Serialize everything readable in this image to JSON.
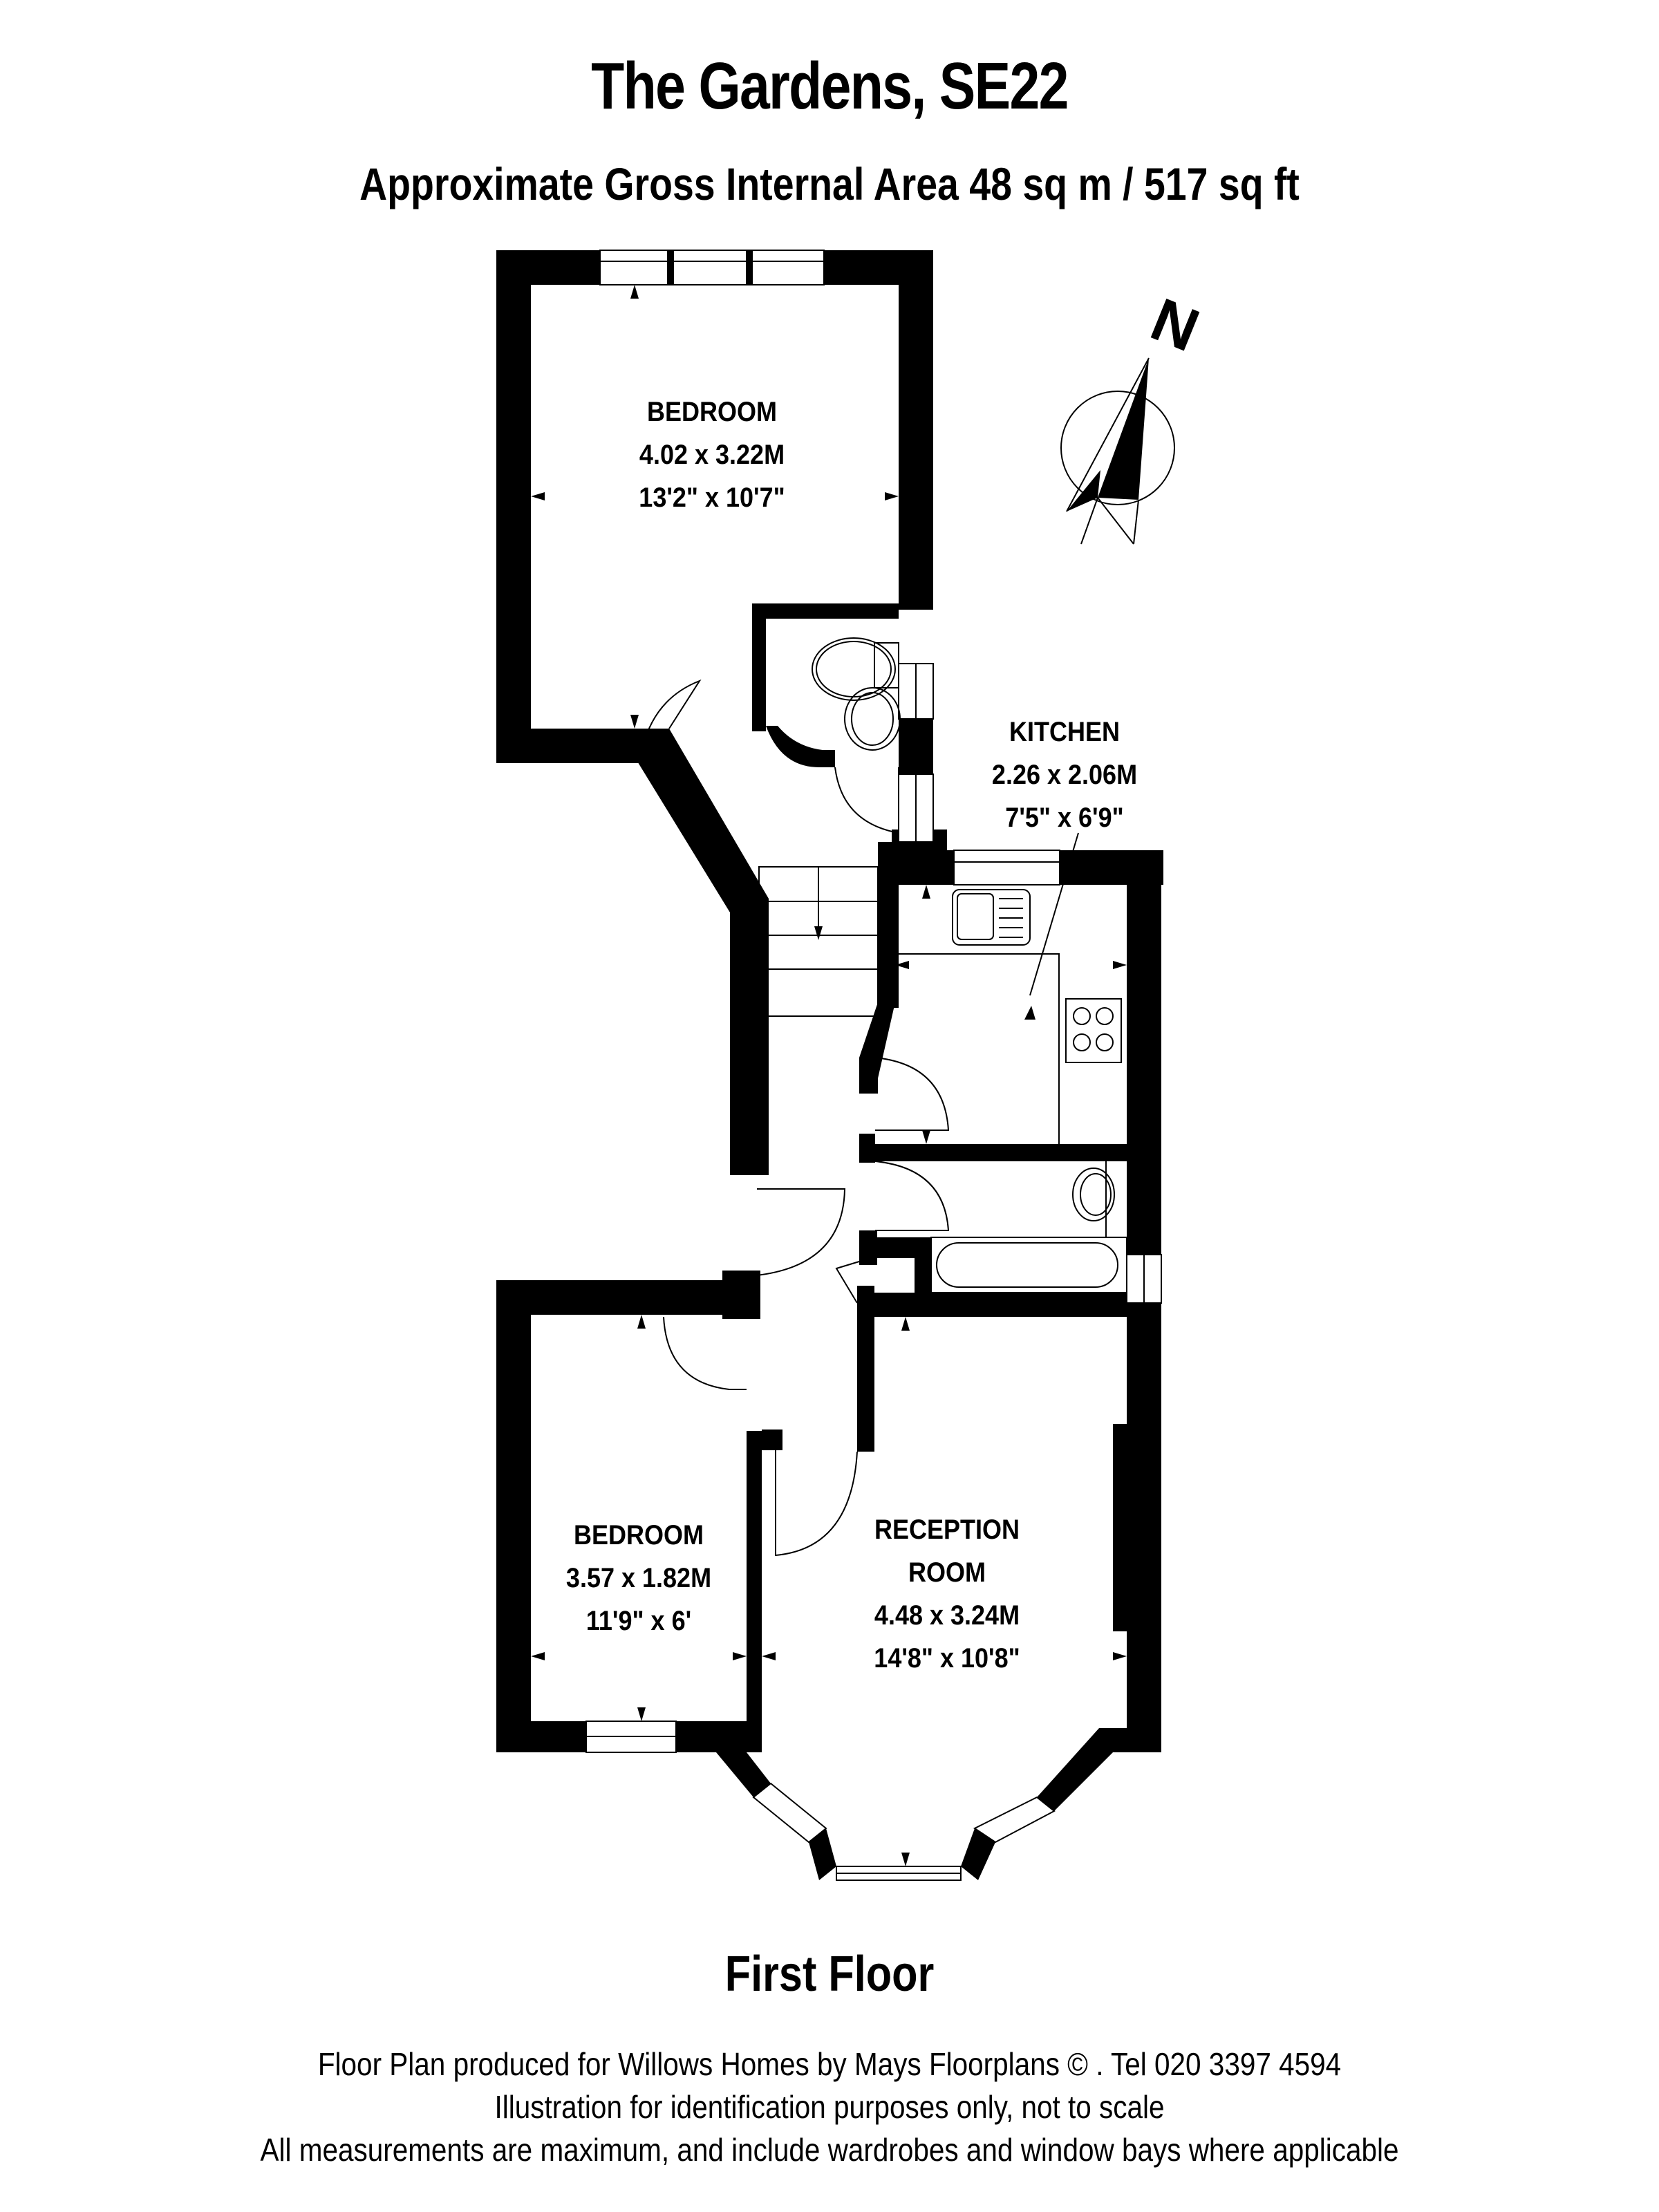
{
  "header": {
    "title": "The Gardens, SE22",
    "area": "Approximate Gross Internal Area 48 sq m  /  517 sq ft"
  },
  "compass": {
    "label": "N"
  },
  "rooms": [
    {
      "name": "BEDROOM",
      "metric": "4.02 x 3.22M",
      "imperial": "13'2\" x 10'7\""
    },
    {
      "name": "KITCHEN",
      "metric": "2.26 x 2.06M",
      "imperial": "7'5\" x 6'9\""
    },
    {
      "name": "BEDROOM",
      "metric": "3.57 x 1.82M",
      "imperial": "11'9\" x 6'"
    },
    {
      "name_line1": "RECEPTION",
      "name_line2": "ROOM",
      "metric": "4.48 x 3.24M",
      "imperial": "14'8\" x 10'8\""
    }
  ],
  "floor": {
    "label": "First Floor"
  },
  "footer": {
    "line1": "Floor Plan produced for Willows Homes by Mays Floorplans  © . Tel 020 3397 4594",
    "line2": "Illustration for identification purposes only, not to scale",
    "line3": "All measurements are maximum, and include wardrobes and window bays where applicable"
  },
  "colors": {
    "wall": "#000000",
    "background": "#ffffff",
    "line": "#000000"
  }
}
